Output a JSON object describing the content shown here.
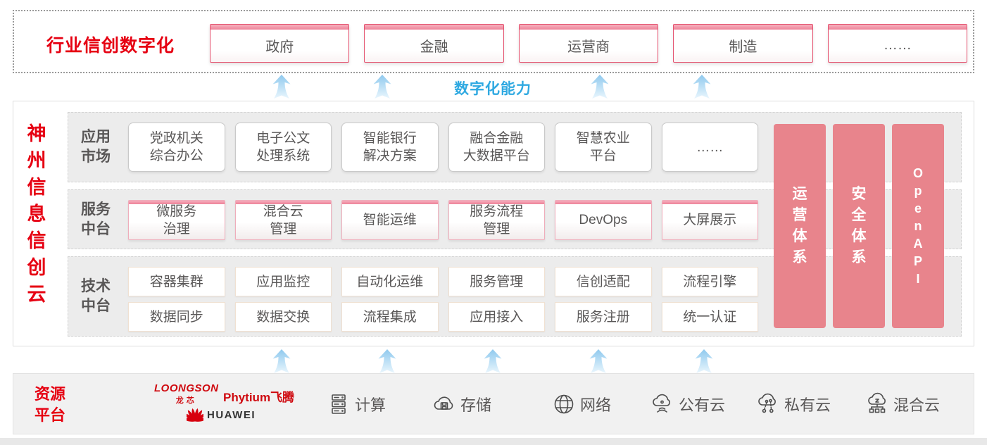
{
  "colors": {
    "brand_red": "#e60012",
    "box_border_pink": "#e4516e",
    "side_bar_salmon": "#e8848c",
    "capability_blue": "#2fa9e1"
  },
  "top_banner": {
    "title": "行业信创数字化",
    "industries": [
      "政府",
      "金融",
      "运营商",
      "制造",
      "……"
    ]
  },
  "capability_label": "数字化能力",
  "platform": {
    "vertical_title": "神州信息信创云",
    "rows": [
      {
        "label": "应用\n市场",
        "items": [
          "党政机关\n综合办公",
          "电子公文\n处理系统",
          "智能银行\n解决方案",
          "融合金融\n大数据平台",
          "智慧农业\n平台",
          "……"
        ]
      },
      {
        "label": "服务\n中台",
        "items": [
          "微服务\n治理",
          "混合云\n管理",
          "智能运维",
          "服务流程\n管理",
          "DevOps",
          "大屏展示"
        ]
      },
      {
        "label": "技术\n中台",
        "items_top": [
          "容器集群",
          "应用监控",
          "自动化运维",
          "服务管理",
          "信创适配",
          "流程引擎"
        ],
        "items_bottom": [
          "数据同步",
          "数据交换",
          "流程集成",
          "应用接入",
          "服务注册",
          "统一认证"
        ]
      }
    ],
    "side_bars": [
      "运营体系",
      "安全体系",
      "Open API"
    ]
  },
  "resource_platform": {
    "title": "资源\n平台",
    "vendors": {
      "loongson_en": "LOONGSON",
      "loongson_cn": "龙芯",
      "phytium": "Phytium飞腾",
      "huawei": "HUAWEI"
    },
    "resources": [
      {
        "name": "compute",
        "label": "计算"
      },
      {
        "name": "storage",
        "label": "存储"
      },
      {
        "name": "network",
        "label": "网络"
      },
      {
        "name": "public-cloud",
        "label": "公有云"
      },
      {
        "name": "private-cloud",
        "label": "私有云"
      },
      {
        "name": "hybrid-cloud",
        "label": "混合云"
      }
    ]
  }
}
